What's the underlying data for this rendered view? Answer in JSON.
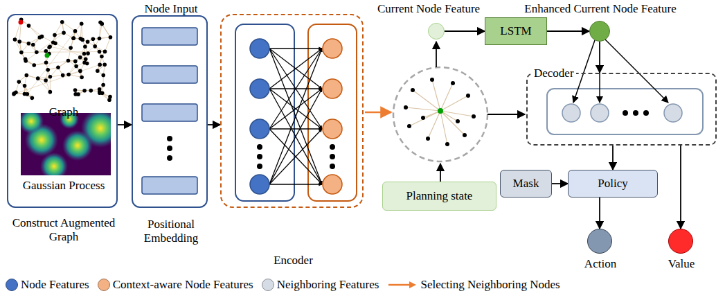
{
  "diagram": {
    "nodes": [
      {
        "text": [
          "Graph",
          "Gaussian Process",
          "Construct Augmented Graph"
        ]
      },
      {
        "text": [
          "Node Input",
          "Positional Embedding"
        ]
      },
      {
        "text": [
          "Encoder"
        ]
      },
      {
        "text": [
          "Current Node Feature"
        ]
      },
      {
        "text": [
          "LSTM"
        ]
      },
      {
        "text": [
          "Enhanced Current Node Feature"
        ]
      },
      {
        "text": [
          "Planning state"
        ]
      },
      {
        "text": [
          "Decoder"
        ]
      },
      {
        "text": [
          "Mask"
        ]
      },
      {
        "text": [
          "Policy"
        ]
      },
      {
        "text": [
          "Action"
        ]
      },
      {
        "text": [
          "Value"
        ]
      }
    ],
    "edges": [
      {
        "from": 0,
        "to": 1,
        "arrow": "to"
      },
      {
        "from": 1,
        "to": 2,
        "arrow": "to"
      },
      {
        "from": 3,
        "to": 4,
        "arrow": "to"
      },
      {
        "from": 4,
        "to": 5,
        "arrow": "to"
      },
      {
        "from": 5,
        "to": 7,
        "arrow": "to"
      },
      {
        "from": 7,
        "to": 9,
        "arrow": "to"
      },
      {
        "from": 7,
        "to": 11,
        "arrow": "to"
      },
      {
        "from": 8,
        "to": 9,
        "arrow": "to"
      },
      {
        "from": 9,
        "to": 10,
        "arrow": "to"
      }
    ],
    "legend": [
      {
        "text": "Node Features",
        "color": "#4472C4"
      },
      {
        "text": "Context-aware Node Features",
        "color": "#F4B183"
      },
      {
        "text": "Neighboring Features",
        "color": "#D6DCE5"
      },
      {
        "text": "Selecting Neighboring Nodes"
      }
    ]
  }
}
